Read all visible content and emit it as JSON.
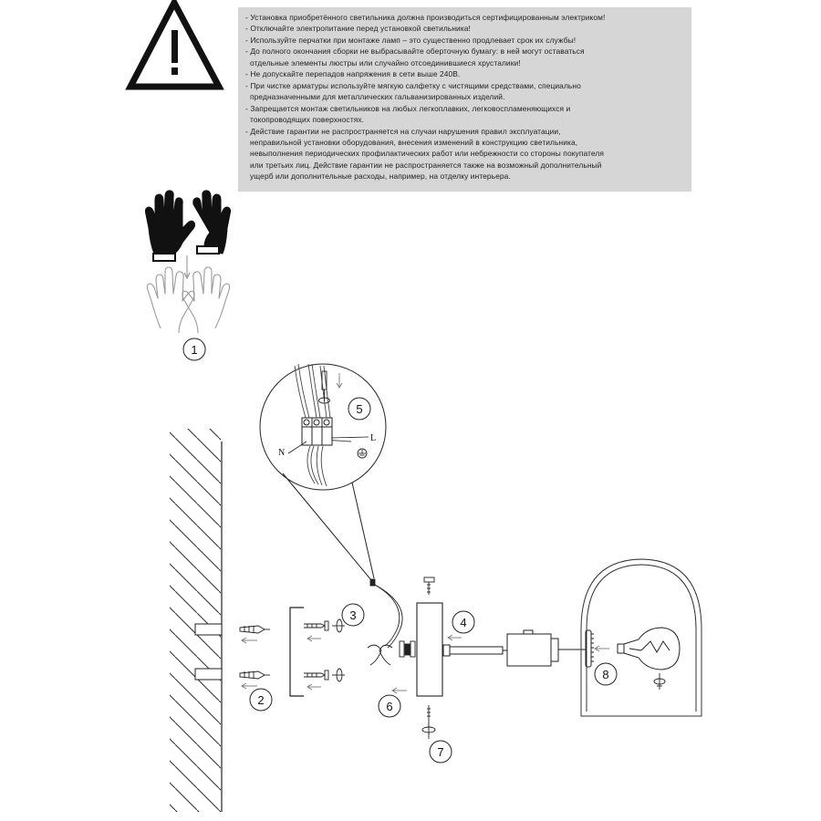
{
  "warnings": [
    "- Установка приобретённого светильника должна производиться сертифицированным электриком!",
    "- Отключайте электропитание перед установкой светильника!",
    "- Используйте перчатки при монтаже ламп – это существенно продлевает срок их службы!",
    "- До полного окончания сборки не выбрасывайте оберточную бумагу: в ней могут оставаться",
    "  отдельные элементы люстры или случайно отсоединившиеся хрусталики!",
    "- Не допускайте перепадов напряжения в сети выше 240В.",
    "- При чистке арматуры используйте мягкую салфетку с чистящими средствами, специально",
    "  предназначенными для металлических гальванизированных изделий.",
    "- Запрещается монтаж светильников на любых легкоплавких, легковоспламеняющихся и",
    "  токопроводящих поверхностях.",
    "- Действие гарантии не распространяется на случаи нарушения правил эксплуатации,",
    "  неправильной установки оборудования, внесения изменений в конструкцию светильника,",
    "  невыполнения периодических профилактических работ или небрежности со стороны покупателя",
    "  или третьих лиц. Действие гарантии не распространяется также на возможный дополнительный",
    "  ущерб или дополнительные расходы, например, на отделку интерьера."
  ],
  "icons": {
    "warning": "warning-triangle-icon",
    "gloves": "gloves-icon",
    "hands": "bare-hands-icon",
    "ground": "ground-symbol-icon"
  },
  "steps": {
    "s1": "1",
    "s2": "2",
    "s3": "3",
    "s4": "4",
    "s5": "5",
    "s6": "6",
    "s7": "7",
    "s8": "8"
  },
  "wire_labels": {
    "neutral": "N",
    "live": "L"
  },
  "colors": {
    "panel": "#d6d6d6",
    "line": "#222222"
  }
}
